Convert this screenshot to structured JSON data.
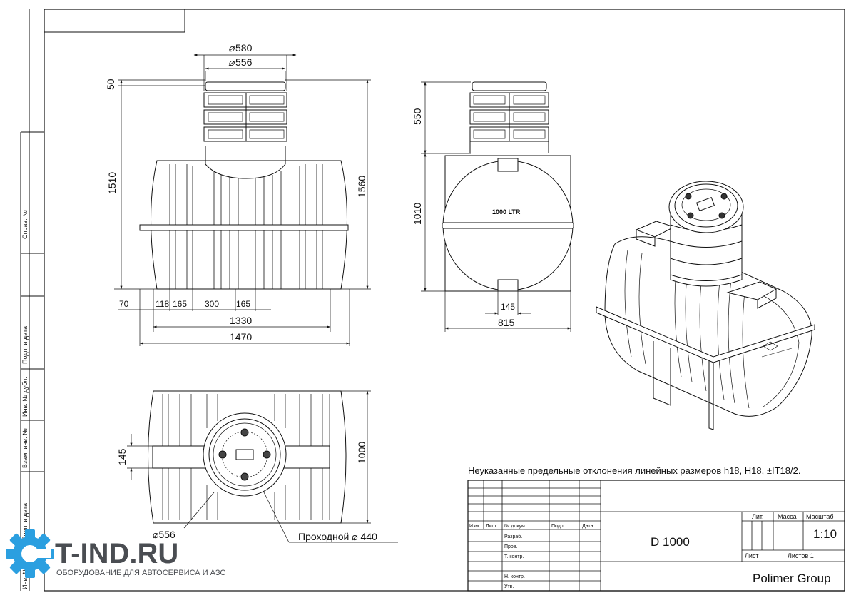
{
  "side_stamps": {
    "sprav": "Справ. №",
    "podp_data_1": "Подп. и дата",
    "inv_dubl": "Инв. № дубл.",
    "vzam_inv": "Взам. инв. №",
    "podp_data_2": "Подп. и дата",
    "inv_podl": "Инв. № подл."
  },
  "front_view": {
    "d580": "580",
    "d556": "556",
    "h50": "50",
    "h1510": "1510",
    "h1560": "1560",
    "w70": "70",
    "w118": "118",
    "w165a": "165",
    "w300": "300",
    "w165b": "165",
    "w1330": "1330",
    "w1470": "1470",
    "dia_symbol": "⌀"
  },
  "side_view": {
    "h550": "550",
    "h1010": "1010",
    "w145": "145",
    "w815": "815",
    "tank_label": "1000 LTR"
  },
  "top_view": {
    "h145": "145",
    "h1000": "1000",
    "d556": "⌀556",
    "passage": "Проходной ⌀ 440"
  },
  "note": "Неуказанные предельные отклонения линейных размеров h18, H18, ±IT18/2.",
  "title_block": {
    "cols": [
      "Изм.",
      "Лист",
      "№ докум.",
      "Подп.",
      "Дата"
    ],
    "rows": [
      "Разраб.",
      "Пров.",
      "Т. контр.",
      "Н. контр.",
      "Утв."
    ],
    "designation": "D 1000",
    "lit": "Лит.",
    "mass": "Масса",
    "scale_label": "Масштаб",
    "scale": "1:10",
    "sheet": "Лист",
    "sheets": "Листов 1",
    "company": "Polimer Group"
  },
  "logo": {
    "text": "T-IND.RU",
    "tagline": "ОБОРУДОВАНИЕ ДЛЯ АВТОСЕРВИСА И АЗС",
    "accent_color": "#2b9fe0",
    "text_color": "#4a4d52"
  }
}
